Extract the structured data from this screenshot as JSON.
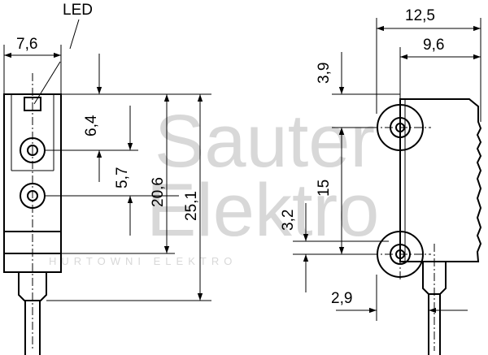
{
  "watermark": {
    "line1": "Sauter",
    "line2": "Elektro",
    "line3": "HURTOWNI ELEKTRO"
  },
  "left_view": {
    "led_label": "LED",
    "dim_width": "7,6",
    "dim_top_to_upper_hole": "6,4",
    "dim_hole_spacing": "5,7",
    "dim_top_to_lower_hole": "20,6",
    "dim_total_height": "25,1"
  },
  "right_view": {
    "dim_total_width": "12,5",
    "dim_body_width": "9,6",
    "dim_top_offset": "3,9",
    "dim_hole_spacing": "15",
    "dim_lower_offset": "3,2",
    "dim_cable_offset": "2,9"
  }
}
